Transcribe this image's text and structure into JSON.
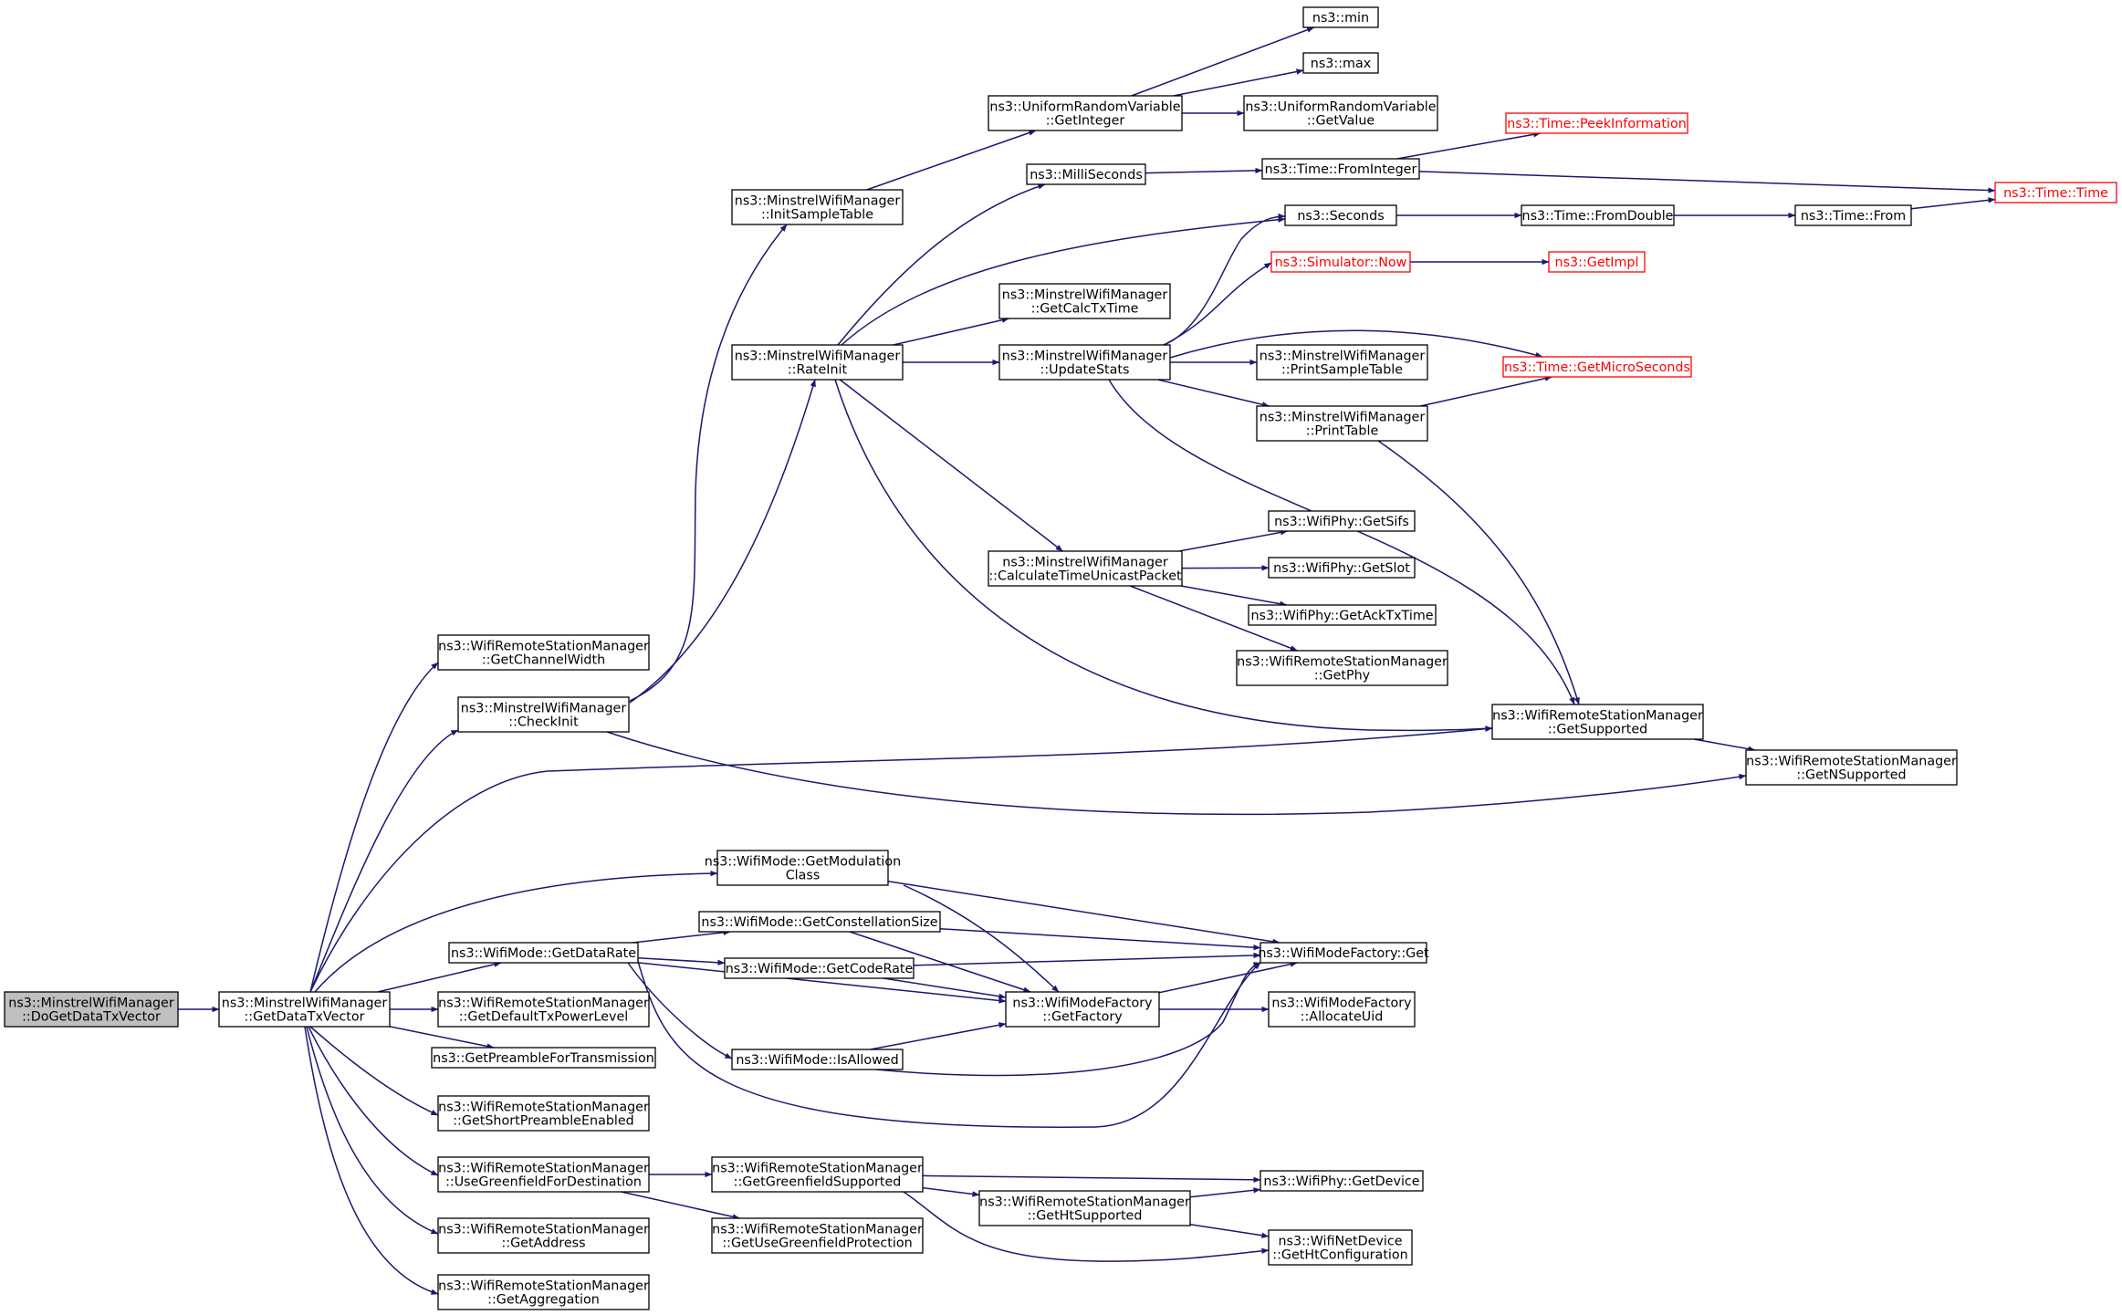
{
  "graph": {
    "nodes": [
      {
        "id": "root",
        "lines": [
          "ns3::MinstrelWifiManager",
          "::DoGetDataTxVector"
        ],
        "root": true
      },
      {
        "id": "getDataTxVector",
        "lines": [
          "ns3::MinstrelWifiManager",
          "::GetDataTxVector"
        ]
      },
      {
        "id": "getChannelWidth",
        "lines": [
          "ns3::WifiRemoteStationManager",
          "::GetChannelWidth"
        ]
      },
      {
        "id": "checkInit",
        "lines": [
          "ns3::MinstrelWifiManager",
          "::CheckInit"
        ]
      },
      {
        "id": "getModClass",
        "lines": [
          "ns3::WifiMode::GetModulation",
          "Class"
        ]
      },
      {
        "id": "getDataRate",
        "lines": [
          "ns3::WifiMode::GetDataRate"
        ]
      },
      {
        "id": "getDefaultTxPower",
        "lines": [
          "ns3::WifiRemoteStationManager",
          "::GetDefaultTxPowerLevel"
        ]
      },
      {
        "id": "getPreamble",
        "lines": [
          "ns3::GetPreambleForTransmission"
        ]
      },
      {
        "id": "getShortPreamble",
        "lines": [
          "ns3::WifiRemoteStationManager",
          "::GetShortPreambleEnabled"
        ]
      },
      {
        "id": "useGreenfield",
        "lines": [
          "ns3::WifiRemoteStationManager",
          "::UseGreenfieldForDestination"
        ]
      },
      {
        "id": "getAddress",
        "lines": [
          "ns3::WifiRemoteStationManager",
          "::GetAddress"
        ]
      },
      {
        "id": "getAggregation",
        "lines": [
          "ns3::WifiRemoteStationManager",
          "::GetAggregation"
        ]
      },
      {
        "id": "initSampleTable",
        "lines": [
          "ns3::MinstrelWifiManager",
          "::InitSampleTable"
        ]
      },
      {
        "id": "rateInit",
        "lines": [
          "ns3::MinstrelWifiManager",
          "::RateInit"
        ]
      },
      {
        "id": "getConstellation",
        "lines": [
          "ns3::WifiMode::GetConstellationSize"
        ]
      },
      {
        "id": "getCodeRate",
        "lines": [
          "ns3::WifiMode::GetCodeRate"
        ]
      },
      {
        "id": "isAllowed",
        "lines": [
          "ns3::WifiMode::IsAllowed"
        ]
      },
      {
        "id": "getGreenfieldSupported",
        "lines": [
          "ns3::WifiRemoteStationManager",
          "::GetGreenfieldSupported"
        ]
      },
      {
        "id": "getUseGreenfieldProt",
        "lines": [
          "ns3::WifiRemoteStationManager",
          "::GetUseGreenfieldProtection"
        ]
      },
      {
        "id": "uniformGetInteger",
        "lines": [
          "ns3::UniformRandomVariable",
          "::GetInteger"
        ]
      },
      {
        "id": "milliSeconds",
        "lines": [
          "ns3::MilliSeconds"
        ]
      },
      {
        "id": "getCalcTxTime",
        "lines": [
          "ns3::MinstrelWifiManager",
          "::GetCalcTxTime"
        ]
      },
      {
        "id": "updateStats",
        "lines": [
          "ns3::MinstrelWifiManager",
          "::UpdateStats"
        ]
      },
      {
        "id": "calcTimeUnicast",
        "lines": [
          "ns3::MinstrelWifiManager",
          "::CalculateTimeUnicastPacket"
        ]
      },
      {
        "id": "getFactory",
        "lines": [
          "ns3::WifiModeFactory",
          "::GetFactory"
        ]
      },
      {
        "id": "getHtSupported",
        "lines": [
          "ns3::WifiRemoteStationManager",
          "::GetHtSupported"
        ]
      },
      {
        "id": "nsMin",
        "lines": [
          "ns3::min"
        ]
      },
      {
        "id": "nsMax",
        "lines": [
          "ns3::max"
        ]
      },
      {
        "id": "uniformGetValue",
        "lines": [
          "ns3::UniformRandomVariable",
          "::GetValue"
        ]
      },
      {
        "id": "timeFromInteger",
        "lines": [
          "ns3::Time::FromInteger"
        ]
      },
      {
        "id": "seconds",
        "lines": [
          "ns3::Seconds"
        ]
      },
      {
        "id": "simulatorNow",
        "lines": [
          "ns3::Simulator::Now"
        ],
        "truncated": true
      },
      {
        "id": "printSampleTable",
        "lines": [
          "ns3::MinstrelWifiManager",
          "::PrintSampleTable"
        ]
      },
      {
        "id": "printTable",
        "lines": [
          "ns3::MinstrelWifiManager",
          "::PrintTable"
        ]
      },
      {
        "id": "getSifs",
        "lines": [
          "ns3::WifiPhy::GetSifs"
        ]
      },
      {
        "id": "getSlot",
        "lines": [
          "ns3::WifiPhy::GetSlot"
        ]
      },
      {
        "id": "getAckTxTime",
        "lines": [
          "ns3::WifiPhy::GetAckTxTime"
        ]
      },
      {
        "id": "getPhy",
        "lines": [
          "ns3::WifiRemoteStationManager",
          "::GetPhy"
        ]
      },
      {
        "id": "factoryGet",
        "lines": [
          "ns3::WifiModeFactory::Get"
        ]
      },
      {
        "id": "allocateUid",
        "lines": [
          "ns3::WifiModeFactory",
          "::AllocateUid"
        ]
      },
      {
        "id": "getDevice",
        "lines": [
          "ns3::WifiPhy::GetDevice"
        ]
      },
      {
        "id": "getHtConfig",
        "lines": [
          "ns3::WifiNetDevice",
          "::GetHtConfiguration"
        ]
      },
      {
        "id": "peekInformation",
        "lines": [
          "ns3::Time::PeekInformation"
        ],
        "truncated": true
      },
      {
        "id": "timeFromDouble",
        "lines": [
          "ns3::Time::FromDouble"
        ]
      },
      {
        "id": "getImpl",
        "lines": [
          "ns3::GetImpl"
        ],
        "truncated": true
      },
      {
        "id": "getMicroSeconds",
        "lines": [
          "ns3::Time::GetMicroSeconds"
        ],
        "truncated": true
      },
      {
        "id": "getSupported",
        "lines": [
          "ns3::WifiRemoteStationManager",
          "::GetSupported"
        ]
      },
      {
        "id": "timeFrom",
        "lines": [
          "ns3::Time::From"
        ]
      },
      {
        "id": "getNSupported",
        "lines": [
          "ns3::WifiRemoteStationManager",
          "::GetNSupported"
        ]
      },
      {
        "id": "timeTime",
        "lines": [
          "ns3::Time::Time"
        ],
        "truncated": true
      }
    ],
    "edges": [
      [
        "root",
        "getDataTxVector"
      ],
      [
        "getDataTxVector",
        "getChannelWidth"
      ],
      [
        "getDataTxVector",
        "checkInit"
      ],
      [
        "getDataTxVector",
        "getSupported"
      ],
      [
        "getDataTxVector",
        "getModClass"
      ],
      [
        "getDataTxVector",
        "getDataRate"
      ],
      [
        "getDataTxVector",
        "getDefaultTxPower"
      ],
      [
        "getDataTxVector",
        "getPreamble"
      ],
      [
        "getDataTxVector",
        "getShortPreamble"
      ],
      [
        "getDataTxVector",
        "useGreenfield"
      ],
      [
        "getDataTxVector",
        "getAddress"
      ],
      [
        "getDataTxVector",
        "getAggregation"
      ],
      [
        "checkInit",
        "initSampleTable"
      ],
      [
        "checkInit",
        "rateInit"
      ],
      [
        "checkInit",
        "getNSupported"
      ],
      [
        "initSampleTable",
        "uniformGetInteger"
      ],
      [
        "uniformGetInteger",
        "nsMin"
      ],
      [
        "uniformGetInteger",
        "nsMax"
      ],
      [
        "uniformGetInteger",
        "uniformGetValue"
      ],
      [
        "rateInit",
        "milliSeconds"
      ],
      [
        "rateInit",
        "seconds"
      ],
      [
        "rateInit",
        "getCalcTxTime"
      ],
      [
        "rateInit",
        "updateStats"
      ],
      [
        "rateInit",
        "calcTimeUnicast"
      ],
      [
        "rateInit",
        "getSupported"
      ],
      [
        "milliSeconds",
        "timeFromInteger"
      ],
      [
        "timeFromInteger",
        "peekInformation"
      ],
      [
        "timeFromInteger",
        "timeTime"
      ],
      [
        "seconds",
        "timeFromDouble"
      ],
      [
        "timeFromDouble",
        "timeFrom"
      ],
      [
        "timeFrom",
        "timeTime"
      ],
      [
        "updateStats",
        "seconds"
      ],
      [
        "updateStats",
        "simulatorNow"
      ],
      [
        "updateStats",
        "getMicroSeconds"
      ],
      [
        "updateStats",
        "printSampleTable"
      ],
      [
        "updateStats",
        "printTable"
      ],
      [
        "updateStats",
        "getSupported"
      ],
      [
        "simulatorNow",
        "getImpl"
      ],
      [
        "printTable",
        "getMicroSeconds"
      ],
      [
        "printTable",
        "getSupported"
      ],
      [
        "calcTimeUnicast",
        "getSifs"
      ],
      [
        "calcTimeUnicast",
        "getSlot"
      ],
      [
        "calcTimeUnicast",
        "getAckTxTime"
      ],
      [
        "calcTimeUnicast",
        "getPhy"
      ],
      [
        "getSupported",
        "getNSupported"
      ],
      [
        "getModClass",
        "factoryGet"
      ],
      [
        "getModClass",
        "getFactory"
      ],
      [
        "getDataRate",
        "getConstellation"
      ],
      [
        "getDataRate",
        "getCodeRate"
      ],
      [
        "getDataRate",
        "getFactory"
      ],
      [
        "getDataRate",
        "isAllowed"
      ],
      [
        "getDataRate",
        "factoryGet"
      ],
      [
        "getConstellation",
        "factoryGet"
      ],
      [
        "getConstellation",
        "getFactory"
      ],
      [
        "getCodeRate",
        "factoryGet"
      ],
      [
        "getCodeRate",
        "getFactory"
      ],
      [
        "isAllowed",
        "getFactory"
      ],
      [
        "isAllowed",
        "factoryGet"
      ],
      [
        "getFactory",
        "factoryGet"
      ],
      [
        "getFactory",
        "allocateUid"
      ],
      [
        "useGreenfield",
        "getGreenfieldSupported"
      ],
      [
        "useGreenfield",
        "getUseGreenfieldProt"
      ],
      [
        "getGreenfieldSupported",
        "getDevice"
      ],
      [
        "getGreenfieldSupported",
        "getHtSupported"
      ],
      [
        "getGreenfieldSupported",
        "getHtConfig"
      ],
      [
        "getHtSupported",
        "getDevice"
      ],
      [
        "getHtSupported",
        "getHtConfig"
      ]
    ]
  },
  "colors": {
    "edge": "#191970",
    "root_fill": "#bfbfbf",
    "truncated_border": "#ff0000"
  }
}
